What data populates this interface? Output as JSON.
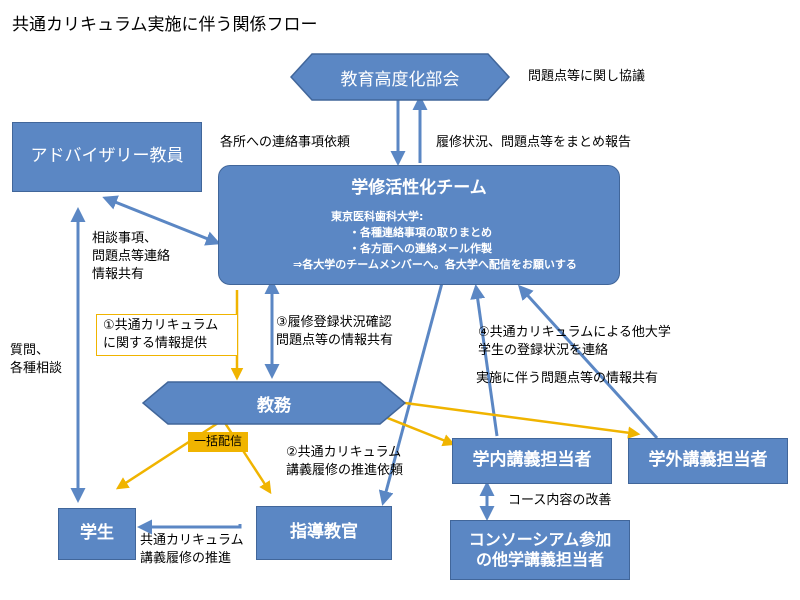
{
  "title": "共通カリキュラム実施に伴う関係フロー",
  "nodes": {
    "kyoiku": "教育高度化部会",
    "advisory": "アドバイザリー教員",
    "team_title": "学修活性化チーム",
    "team_lines": [
      "東京医科歯科大学:",
      "・各種連絡事項の取りまとめ",
      "・各方面への連絡メール作製",
      "⇒各大学のチームメンバーへ。各大学へ配信をお願いする"
    ],
    "kyomu": "教務",
    "gakunai": "学内講義担当者",
    "gakugai": "学外講義担当者",
    "gakusei": "学生",
    "shido": "指導教官",
    "consortium_lines": [
      "コンソーシアム参加",
      "の他学講義担当者"
    ]
  },
  "labels": {
    "kyogi": "問題点等に関し協議",
    "renraku": "各所への連絡事項依頼",
    "hokoku": "履修状況、問題点等をまとめ報告",
    "sodan": [
      "相談事項、",
      "問題点等連絡",
      "情報共有"
    ],
    "shitsumon": [
      "質問、",
      "各種相談"
    ],
    "teikyo": [
      "①共通カリキュラム",
      "に関する情報提供"
    ],
    "kakunin": [
      "③履修登録状況確認",
      "問題点等の情報共有"
    ],
    "tadaigaku": [
      "④共通カリキュラムによる他大学",
      "学生の登録状況を連絡"
    ],
    "jisshi": "実施に伴う問題点等の情報共有",
    "ikkatsu": "一括配信",
    "suishin_irai": [
      "②共通カリキュラム",
      "講義履修の推進依頼"
    ],
    "suishin": [
      "共通カリキュラム",
      "講義履修の推進"
    ],
    "course": "コース内容の改善"
  },
  "colors": {
    "box_fill": "#5b87c4",
    "box_border": "#41669a",
    "arrow_blue": "#5b87c4",
    "arrow_yellow": "#f0b400"
  }
}
